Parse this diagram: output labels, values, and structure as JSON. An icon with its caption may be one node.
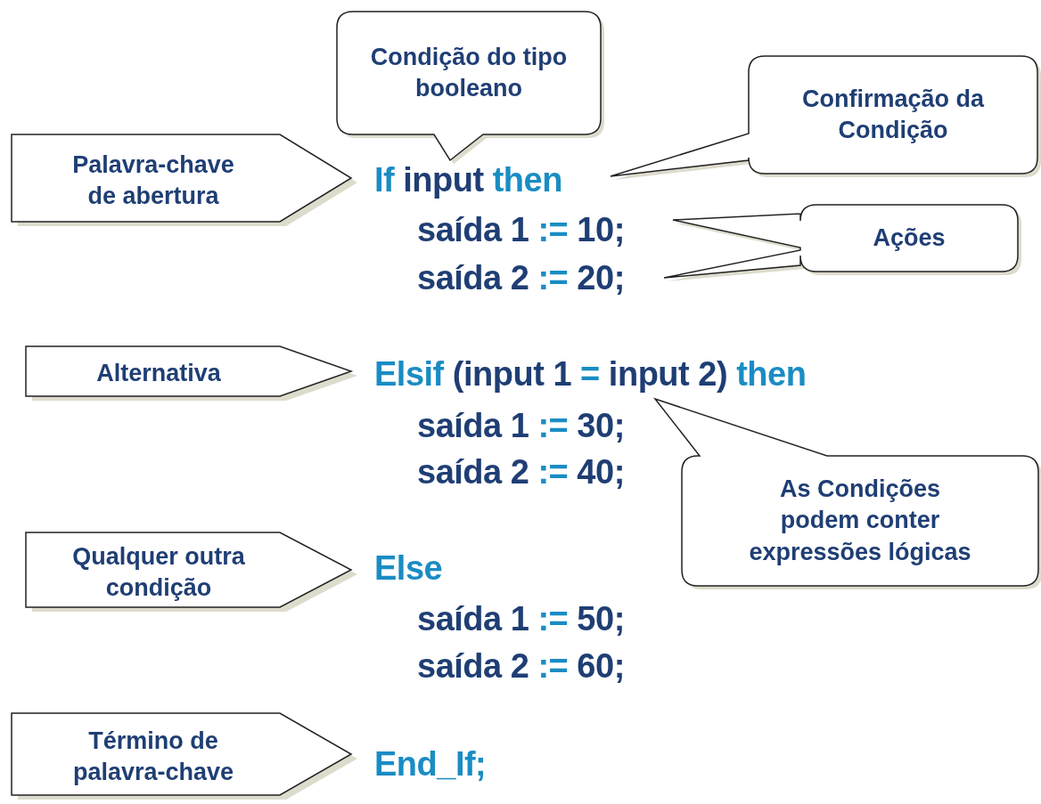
{
  "diagram": {
    "nodes": [
      {
        "text": [
          "Palavra-chave de abertura"
        ]
      },
      {
        "text": [
          "Condição do tipo booleano"
        ]
      },
      {
        "text": [
          "Confirmação da Condição"
        ]
      },
      {
        "text": [
          "Ações"
        ]
      },
      {
        "text": [
          "Alternativa"
        ]
      },
      {
        "text": [
          "As Condições podem conter expressões lógicas"
        ]
      },
      {
        "text": [
          "Qualquer outra condição"
        ]
      },
      {
        "text": [
          "Término de palavra-chave"
        ]
      }
    ],
    "labels": [
      "If input then",
      "saída 1 := 10;",
      "saída 2 := 20;",
      "Elsif (input 1 = input 2) then",
      "saída 1 := 30;",
      "saída 2 := 40;",
      "Else",
      "saída 1 := 50;",
      "saída 2 := 60;",
      "End_If;"
    ]
  }
}
